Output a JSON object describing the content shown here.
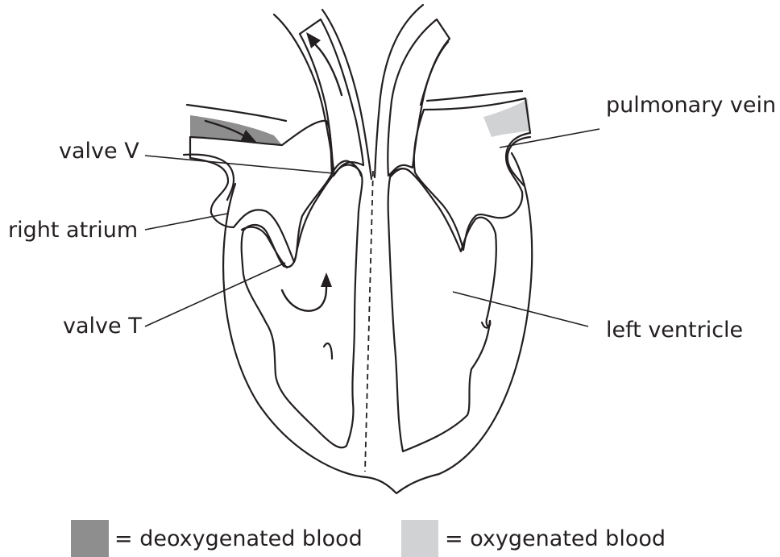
{
  "colors": {
    "deoxygenated": "#8e8e8e",
    "oxygenated": "#d1d2d4",
    "line": "#231f20",
    "background": "#ffffff"
  },
  "labels": {
    "pulmonary_vein": "pulmonary vein",
    "valve_v": "valve V",
    "right_atrium": "right atrium",
    "valve_t": "valve T",
    "left_ventricle": "left ventricle"
  },
  "legend": {
    "deoxygenated": "= deoxygenated blood",
    "oxygenated": "= oxygenated blood"
  }
}
